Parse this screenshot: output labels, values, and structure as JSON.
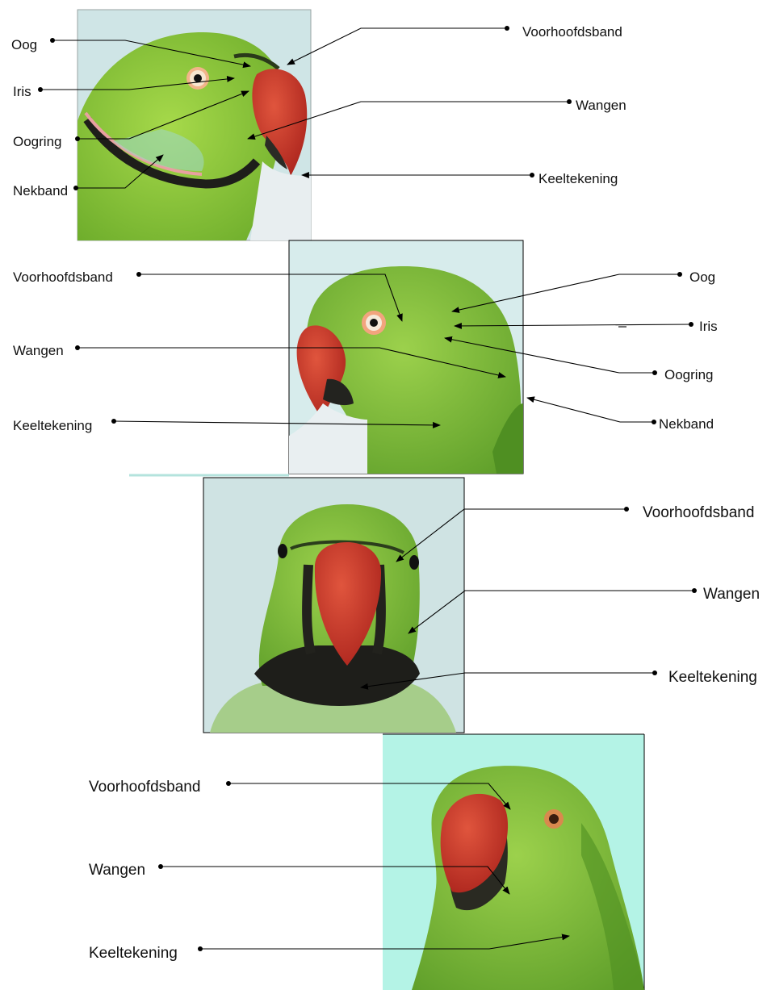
{
  "panels": [
    {
      "id": "side-right",
      "labels": {
        "oog": "Oog",
        "iris": "Iris",
        "oogring": "Oogring",
        "nekband": "Nekband",
        "voorhoofdsband": "Voorhoofdsband",
        "wangen": "Wangen",
        "keeltekening": "Keeltekening"
      }
    },
    {
      "id": "side-left",
      "labels": {
        "voorhoofdsband": "Voorhoofdsband",
        "wangen": "Wangen",
        "keeltekening": "Keeltekening",
        "oog": "Oog",
        "iris": "Iris",
        "oogring": "Oogring",
        "nekband": "Nekband"
      }
    },
    {
      "id": "front",
      "labels": {
        "voorhoofdsband": "Voorhoofdsband",
        "wangen": "Wangen",
        "keeltekening": "Keeltekening"
      }
    },
    {
      "id": "three-quarter",
      "labels": {
        "voorhoofdsband": "Voorhoofdsband",
        "wangen": "Wangen",
        "keeltekening": "Keeltekening"
      }
    }
  ],
  "colors": {
    "plumage_green": "#7fc23a",
    "plumage_dark_green": "#5e9e24",
    "beak_red": "#c9301e",
    "neck_ring_black": "#1e1e1a",
    "background_pale_blue": "#cfe7e6",
    "background_aqua": "#b4f3e6"
  }
}
